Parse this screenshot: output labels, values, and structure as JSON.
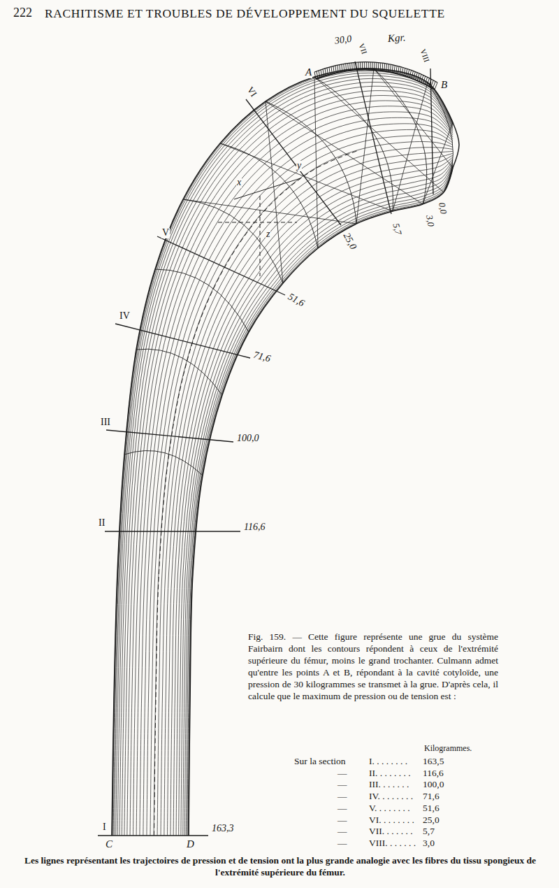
{
  "diagram": {
    "title": "RACHITISME ET TROUBLES DE DÉVELOPPEMENT DU SQUELETTE",
    "caption": "Fig. 159. — Cette figure représente une grue du système Fairbairn dont les contours répondent à ceux de l'extrémité supérieure du fémur, moins le grand trochanter. Culmann admet qu'entre les points A et B, répondant à la cavité cotyloïde, une pression de 30 kilogrammes se transmet à la grue. D'après cela, il calcule que le maximum de pression ou de tension est :",
    "labels": [
      "222",
      "30,0",
      "Kgr.",
      "A",
      "B",
      "VIII",
      "VII",
      "VI",
      "V",
      "IV",
      "III",
      "II",
      "I",
      "x",
      "y",
      "z",
      "0,0",
      "3,0",
      "5,7",
      "25,0",
      "51,6",
      "71,6",
      "100,0",
      "116,6",
      "163,3",
      "C",
      "D",
      "Kilogrammes.",
      "Sur la section",
      "I. . . . . . . .",
      "163,5",
      "—",
      "II. . . . . . . .",
      "116,6",
      "—",
      "III. . . . . . .",
      "100,0",
      "—",
      "IV. . . . . . . .",
      "71,6",
      "—",
      "V. . . . . . . .",
      "51,6",
      "—",
      "VI. . . . . . . .",
      "25,0",
      "—",
      "VII. . . . . . .",
      "5,7",
      "—",
      "VIII. . . . . . .",
      "3,0",
      "Les lignes représentant les trajectoires de pression et de tension ont la plus grande analogie avec les fibres du tissu spongieux de l'extrémité supérieure du fémur."
    ]
  }
}
